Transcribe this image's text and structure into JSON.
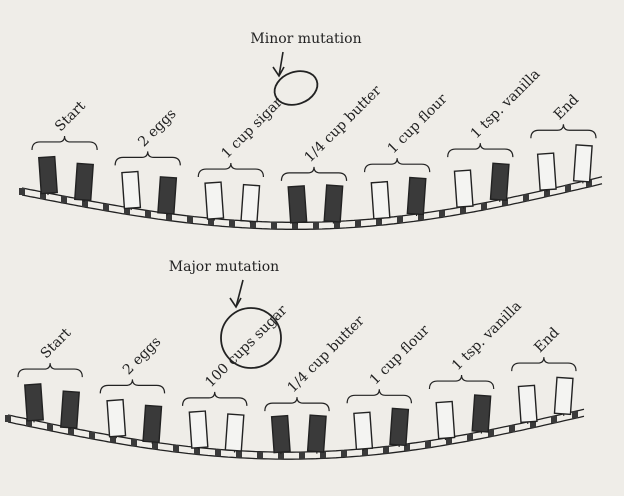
{
  "colors": {
    "background": "#efede8",
    "ink": "#222222",
    "dark_block": "#3a3a3a",
    "light_block": "#f4f4f2"
  },
  "diagram": {
    "strands": [
      {
        "callout": "Minor mutation",
        "mutated_segment_index": 2,
        "mutated_word": "sigar",
        "segments": [
          {
            "label": "Start",
            "blocks": [
              "dark",
              "dark"
            ]
          },
          {
            "label": "2 eggs",
            "blocks": [
              "light",
              "dark"
            ]
          },
          {
            "label_prefix": "1 cup ",
            "label_mutated": "sigar",
            "label": "1 cup sigar",
            "blocks": [
              "light",
              "light"
            ]
          },
          {
            "label": "1/4 cup butter",
            "blocks": [
              "dark",
              "dark"
            ]
          },
          {
            "label": "1 cup flour",
            "blocks": [
              "light",
              "dark"
            ]
          },
          {
            "label": "1 tsp. vanilla",
            "blocks": [
              "light",
              "dark"
            ]
          },
          {
            "label": "End",
            "blocks": [
              "light",
              "light"
            ]
          }
        ]
      },
      {
        "callout": "Major mutation",
        "mutated_segment_index": 2,
        "mutated_word": "100 cups",
        "segments": [
          {
            "label": "Start",
            "blocks": [
              "dark",
              "dark"
            ]
          },
          {
            "label": "2 eggs",
            "blocks": [
              "light",
              "dark"
            ]
          },
          {
            "label_prefix": "",
            "label_mutated": "100 cups",
            "label_suffix": " sugar",
            "label": "100 cups sugar",
            "blocks": [
              "light",
              "light"
            ]
          },
          {
            "label": "1/4 cup butter",
            "blocks": [
              "dark",
              "dark"
            ]
          },
          {
            "label": "1 cup flour",
            "blocks": [
              "light",
              "dark"
            ]
          },
          {
            "label": "1 tsp. vanilla",
            "blocks": [
              "light",
              "dark"
            ]
          },
          {
            "label": "End",
            "blocks": [
              "light",
              "light"
            ]
          }
        ]
      }
    ]
  }
}
